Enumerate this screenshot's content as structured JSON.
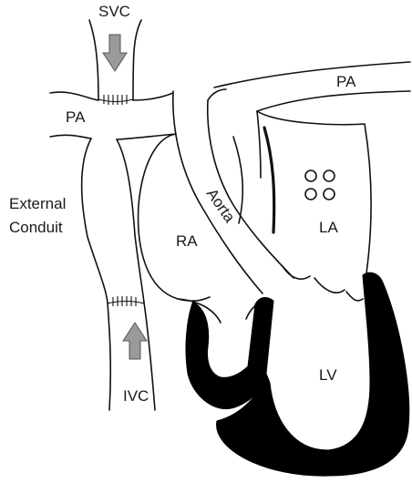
{
  "labels": {
    "svc": "SVC",
    "pa_left": "PA",
    "pa_right": "PA",
    "external": "External",
    "conduit": "Conduit",
    "ra": "RA",
    "aorta": "Aorta",
    "la": "LA",
    "lv": "LV",
    "ivc": "IVC"
  },
  "colors": {
    "line": "#111111",
    "arrow_fill": "#9a9a9a",
    "muscle": "#000000"
  }
}
